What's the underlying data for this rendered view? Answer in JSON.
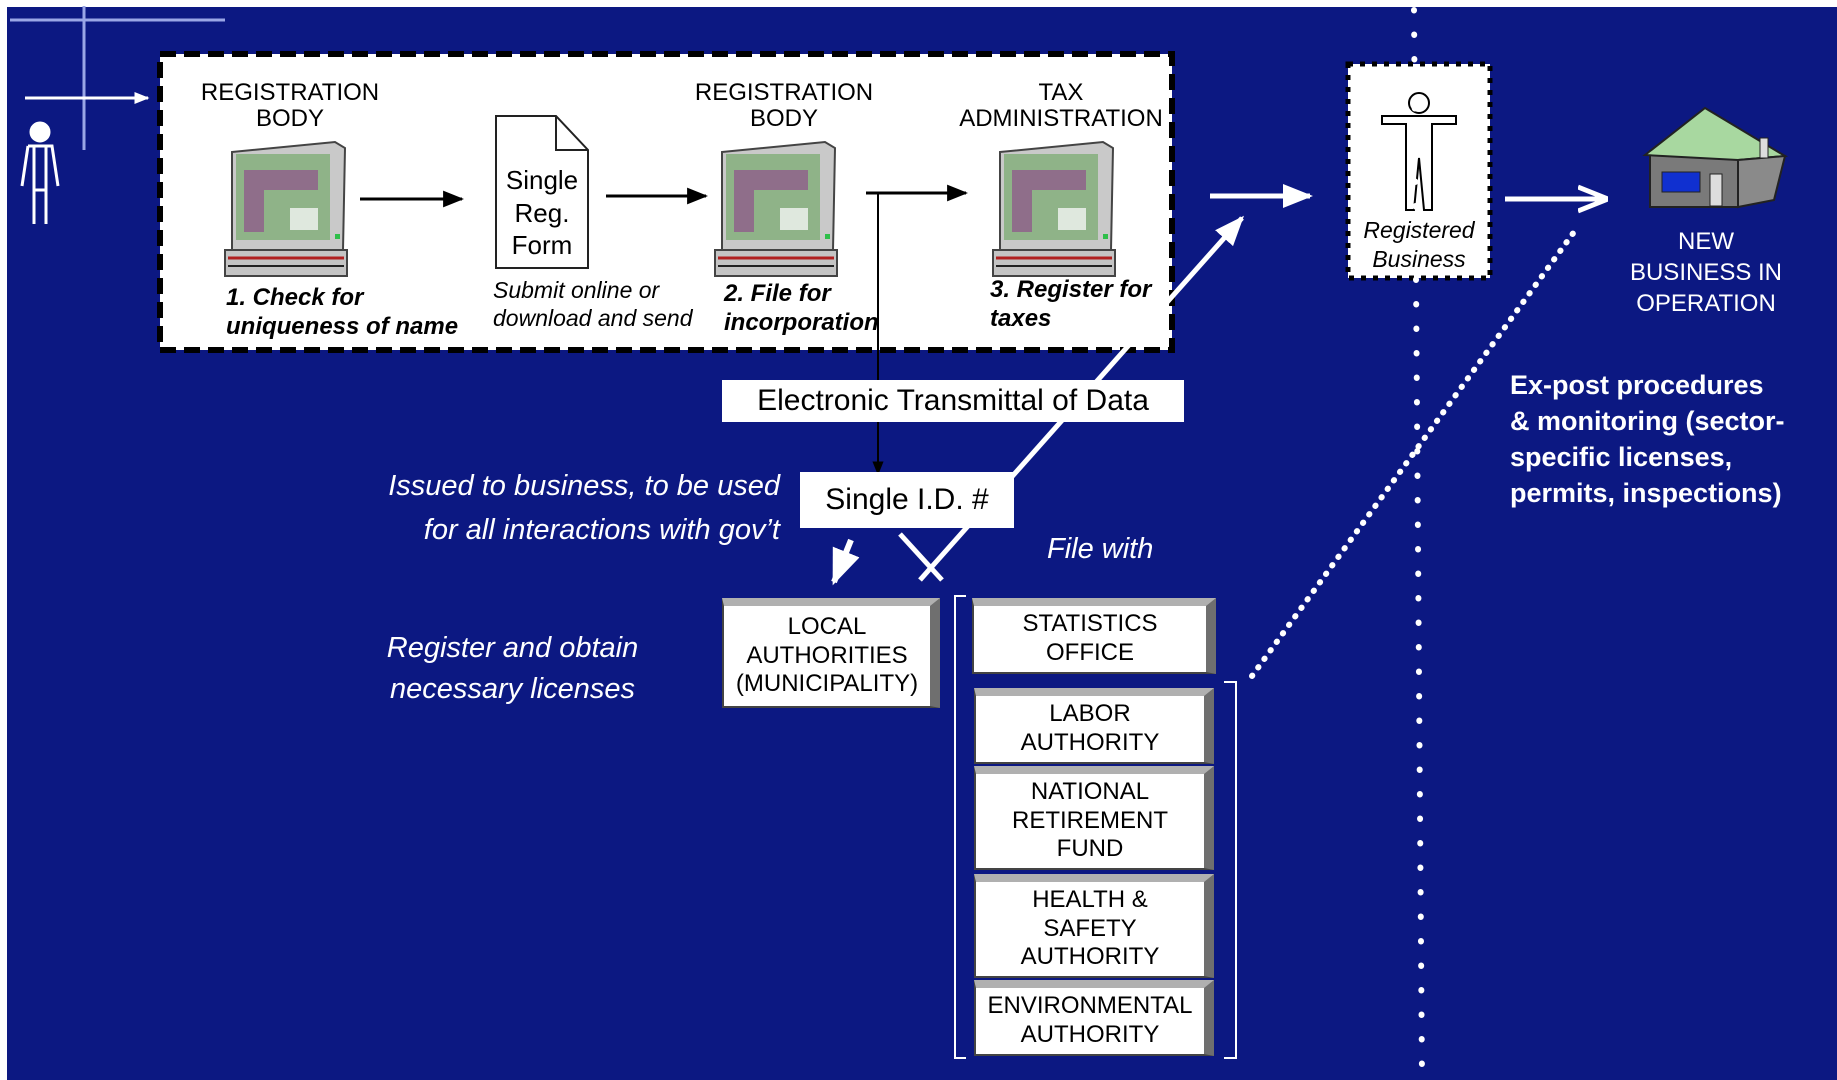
{
  "process": {
    "step1": {
      "agency": [
        "REGISTRATION",
        "BODY"
      ],
      "caption": [
        "1. Check for",
        "uniqueness of name"
      ]
    },
    "form": {
      "label": [
        "Single",
        "Reg.",
        "Form"
      ],
      "caption": [
        "Submit online or",
        "download and send"
      ]
    },
    "step2": {
      "agency": [
        "REGISTRATION",
        "BODY"
      ],
      "caption": [
        "2. File for",
        "incorporation"
      ]
    },
    "step3": {
      "agency": [
        "TAX",
        "ADMINISTRATION"
      ],
      "caption": [
        "3. Register for",
        "taxes"
      ]
    }
  },
  "electronic_transmittal": "Electronic Transmittal of Data",
  "single_id": {
    "label": "Single I.D. #",
    "note": [
      "Issued to business, to be used",
      "for all interactions with gov’t"
    ]
  },
  "local_authorities": {
    "label": [
      "LOCAL",
      "AUTHORITIES",
      "(MUNICIPALITY)"
    ],
    "note": [
      "Register and obtain",
      "necessary licenses"
    ]
  },
  "file_with": {
    "label": "File with",
    "agencies": [
      [
        "STATISTICS",
        "OFFICE"
      ],
      [
        "LABOR",
        "AUTHORITY"
      ],
      [
        "NATIONAL",
        "RETIREMENT",
        "FUND"
      ],
      [
        "HEALTH &",
        "SAFETY",
        "AUTHORITY"
      ],
      [
        "ENVIRONMENTAL",
        "AUTHORITY"
      ]
    ]
  },
  "registered_business": [
    "Registered",
    "Business"
  ],
  "new_business": [
    "NEW",
    "BUSINESS IN",
    "OPERATION"
  ],
  "ex_post": [
    "Ex-post procedures",
    "& monitoring (sector-",
    "specific licenses,",
    "permits, inspections)"
  ],
  "colors": {
    "background": "#0c1882",
    "panel": "#ffffff",
    "text_on_dark": "#ffffff",
    "house_roof": "#a8d8a0",
    "house_wall": "#7a7a7a"
  }
}
